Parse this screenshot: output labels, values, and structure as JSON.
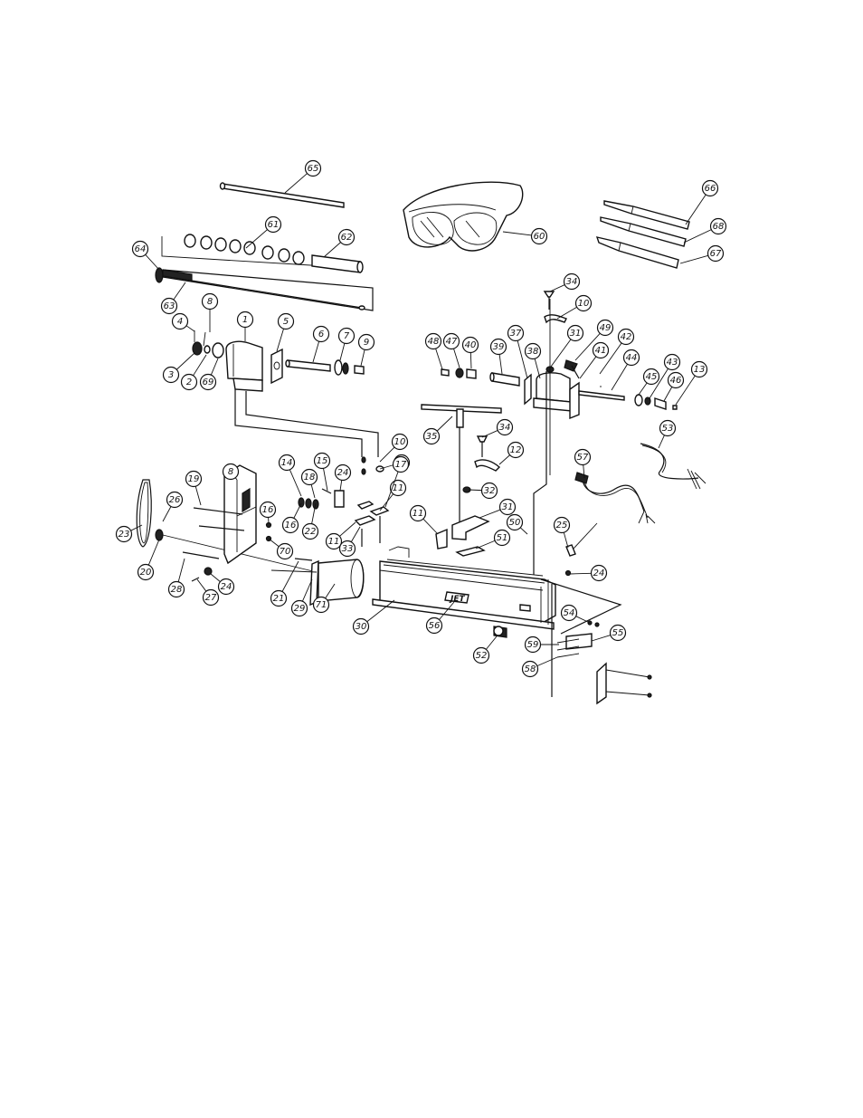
{
  "diagram": {
    "callouts": [
      "65",
      "60",
      "66",
      "68",
      "67",
      "61",
      "62",
      "64",
      "63",
      "8",
      "1",
      "5",
      "6",
      "7",
      "9",
      "4",
      "3",
      "2",
      "69",
      "34",
      "10",
      "31",
      "49",
      "48",
      "47",
      "40",
      "39",
      "37",
      "38",
      "41",
      "42",
      "44",
      "43",
      "45",
      "46",
      "13",
      "10",
      "36",
      "35",
      "34",
      "12",
      "11",
      "17",
      "14",
      "15",
      "18",
      "24",
      "19",
      "8",
      "26",
      "23",
      "16",
      "16",
      "22",
      "70",
      "11",
      "33",
      "32",
      "31",
      "11",
      "50",
      "51",
      "57",
      "53",
      "25",
      "24",
      "20",
      "21",
      "24",
      "27",
      "28",
      "29",
      "71",
      "30",
      "56",
      "52",
      "54",
      "55",
      "59",
      "58"
    ],
    "logo_text": "JET"
  }
}
